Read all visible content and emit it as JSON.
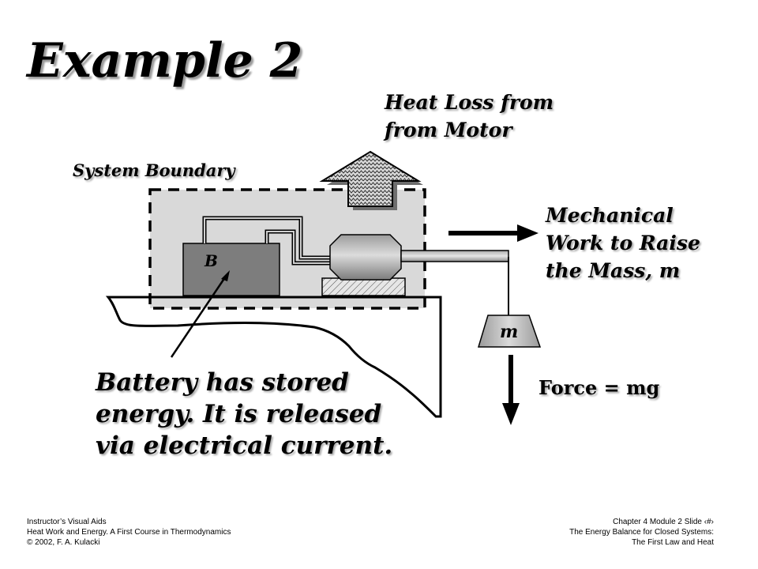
{
  "slide": {
    "title": "Example 2",
    "heat_loss_label": [
      "Heat Loss from",
      "from Motor"
    ],
    "system_boundary_label": "System Boundary",
    "mechanical_work_label": [
      "Mechanical",
      "Work to Raise",
      "the Mass, m"
    ],
    "force_label": "Force = mg",
    "battery_note": [
      "Battery has stored",
      "energy. It is released",
      "via electrical current."
    ],
    "battery_symbol": "B",
    "mass_symbol": "m"
  },
  "footer": {
    "left": [
      "Instructor’s Visual Aids",
      "Heat Work and Energy.  A First Course in Thermodynamics",
      "© 2002, F. A. Kulacki"
    ],
    "right": [
      "Chapter 4  Module 2  Slide ‹#›",
      "The Energy Balance for Closed Systems:",
      "The First Law and Heat"
    ]
  }
}
